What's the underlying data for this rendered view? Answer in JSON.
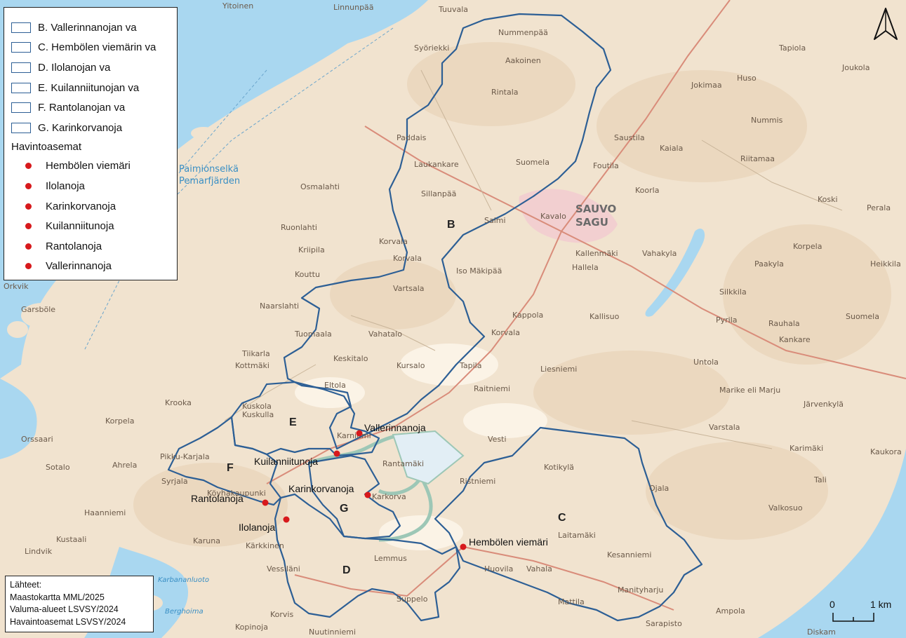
{
  "legend": {
    "areas": [
      {
        "label": "B. Vallerinnanojan va"
      },
      {
        "label": "C. Hembölen viemärin va"
      },
      {
        "label": "D. Ilolanojan va"
      },
      {
        "label": "E. Kuilanniitunojan va"
      },
      {
        "label": "F. Rantolanojan va"
      },
      {
        "label": "G. Karinkorvanoja"
      }
    ],
    "stations_title": "Havintoasemat",
    "stations": [
      {
        "label": "Hembölen viemäri"
      },
      {
        "label": "Ilolanoja"
      },
      {
        "label": "Karinkorvanoja"
      },
      {
        "label": "Kuilanniitunoja"
      },
      {
        "label": "Rantolanoja"
      },
      {
        "label": "Vallerinnanoja"
      }
    ]
  },
  "sources": {
    "title": "Lähteet:",
    "lines": [
      "Maastokartta MML/2025",
      "Valuma-alueet LSVSY/2024",
      "Havaintoasemat LSVSY/2024"
    ]
  },
  "scale": {
    "start": "0",
    "end": "1 km"
  },
  "colors": {
    "land": "#f1e3cf",
    "water": "#a9d7f0",
    "boundary": "#2d5f95",
    "station": "#d7191c",
    "urban": "#f3c9cf"
  },
  "map_labels": {
    "area_letters": [
      "B",
      "C",
      "D",
      "E",
      "F",
      "G"
    ],
    "stations": [
      "Vallerinnanoja",
      "Kuilanniitunoja",
      "Karinkorvanoja",
      "Rantolanoja",
      "Ilolanoja",
      "Hembölen viemäri"
    ],
    "town": [
      "SAUVO",
      "SAGU"
    ],
    "water": [
      "Paimionselkä",
      "Pemarfjärden"
    ],
    "places": [
      "Yitoinen",
      "Linnunpää",
      "Tuuvala",
      "Nummenpää",
      "Syöriekki",
      "Aakoinen",
      "Rintala",
      "Tapiola",
      "Joukola",
      "Jokimaa",
      "Huso",
      "Nummis",
      "Saustila",
      "Kaiala",
      "Foutila",
      "Suomela",
      "Paddais",
      "Laukankare",
      "Sillanpää",
      "Riitamaa",
      "Osmalahti",
      "Kavalo",
      "Koorla",
      "Koski",
      "Perala",
      "Salmi",
      "Ruonlahti",
      "Kriipila",
      "Korvala",
      "Kallenmäki",
      "Hallela",
      "Vahakyla",
      "Korpela",
      "Heikkila",
      "Paakyla",
      "Kouttu",
      "Iso Mäkipää",
      "Vartsala",
      "Naarslahti",
      "Silkkila",
      "Pyrila",
      "Rauhala",
      "Suomela",
      "Kallisuo",
      "Kappola",
      "Korvala",
      "Tuomaala",
      "Vahatalo",
      "Kankare",
      "Keskitalo",
      "Kursalo",
      "Untola",
      "Tiikarla",
      "Tapila",
      "Liesniemi",
      "Kottmäki",
      "Eltola",
      "Raitniemi",
      "Kuskola",
      "Kuskulla",
      "Marike eli Marju",
      "Järvenkylä",
      "Krooka",
      "Korpela",
      "Orssaari",
      "Karniemi",
      "Vesti",
      "Varstala",
      "Karimäki",
      "Kaukora",
      "Pikku-Karjala",
      "Ahrela",
      "Sotalo",
      "Syrjala",
      "Rantamäki",
      "Ristniemi",
      "Kotikylä",
      "Tali",
      "Köyhakaupunki",
      "Haanniemi",
      "Karkorva",
      "Ojala",
      "Valkosuo",
      "Karuna",
      "Lindvik",
      "Kustaali",
      "Kärkkinen",
      "Laitamäki",
      "Kesanniemi",
      "Vessiläni",
      "Lemmus",
      "Vahala",
      "Huovila",
      "Mattila",
      "Manityharju",
      "Ampola",
      "Sarapisto",
      "Suppelo",
      "Korvis",
      "Nuutinniemi",
      "Kopinoja",
      "Diskam",
      "Garsböle",
      "Orkvik",
      "Korvala",
      "Karbananluoto",
      "Berghoima"
    ]
  }
}
